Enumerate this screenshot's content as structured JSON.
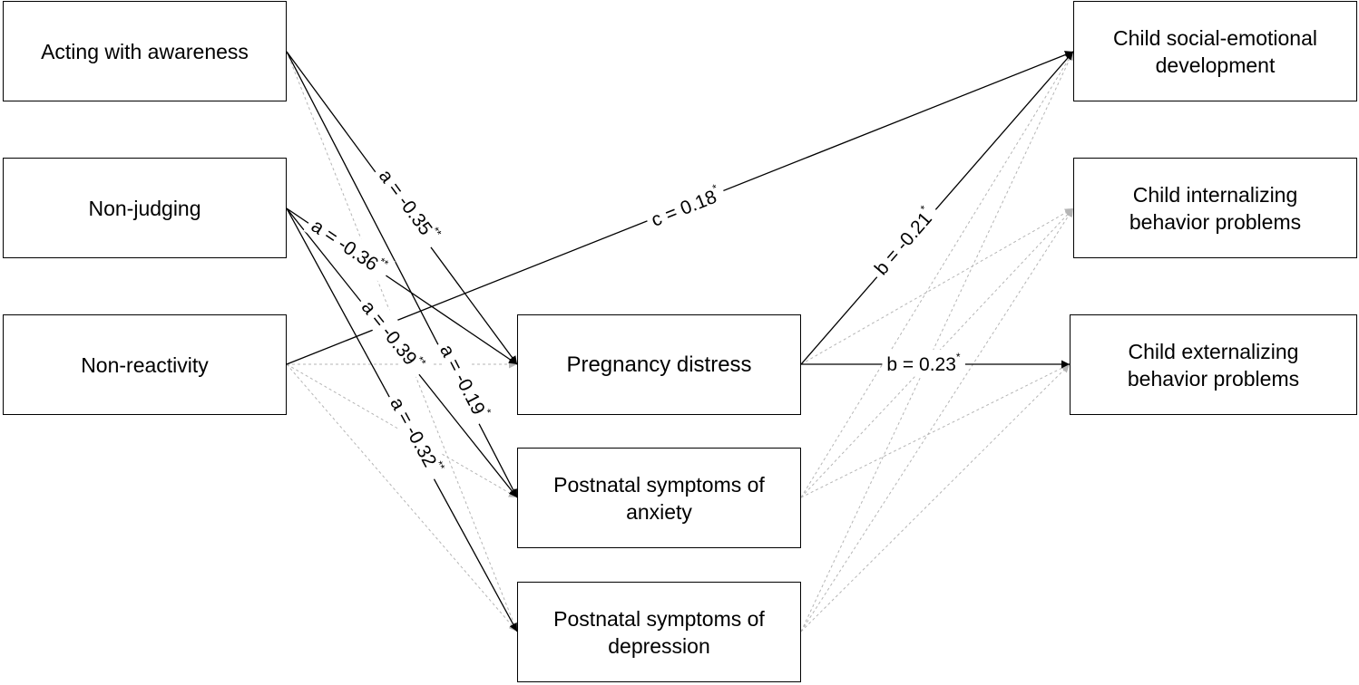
{
  "nodes": {
    "acting_with_awareness": "Acting with awareness",
    "non_judging": "Non-judging",
    "non_reactivity": "Non-reactivity",
    "pregnancy_distress": "Pregnancy distress",
    "postnatal_anxiety": "Postnatal symptoms of\nanxiety",
    "postnatal_depression": "Postnatal symptoms of\ndepression",
    "child_social_emotional": "Child social-emotional\ndevelopment",
    "child_internalizing": "Child internalizing\nbehavior problems",
    "child_externalizing": "Child externalizing\nbehavior problems"
  },
  "path_labels": {
    "a_awareness_pregnancy": {
      "text": "a = -0.35",
      "sig": "**"
    },
    "a_nonjudging_pregnancy": {
      "text": "a = -0.36",
      "sig": "**"
    },
    "a_nonjudging_anxiety": {
      "text": "a = -0.39",
      "sig": "**"
    },
    "a_awareness_anxiety": {
      "text": "a = -0.19",
      "sig": "*"
    },
    "a_nonjudging_depression": {
      "text": "a = -0.32",
      "sig": "**"
    },
    "c_nonreactivity_social": {
      "text": "c = 0.18",
      "sig": "*"
    },
    "b_pregnancy_social": {
      "text": "b = -0.21",
      "sig": "*"
    },
    "b_pregnancy_externalizing": {
      "text": "b = 0.23",
      "sig": "*"
    }
  },
  "colors": {
    "significant_path": "#000000",
    "nonsignificant_path": "#b5b5b5"
  }
}
